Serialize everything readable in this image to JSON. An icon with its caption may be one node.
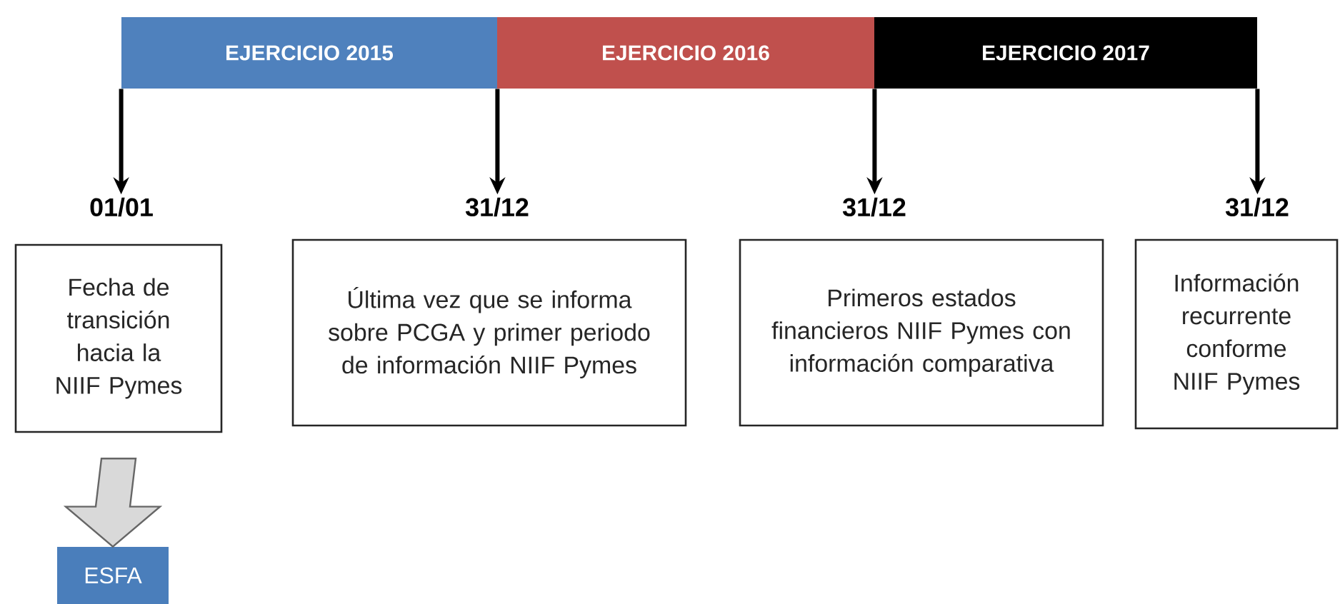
{
  "diagram": {
    "nodes": [
      {
        "text": [
          "EJERCICIO 2015"
        ]
      },
      {
        "text": [
          "EJERCICIO 2016"
        ]
      },
      {
        "text": [
          "EJERCICIO 2017"
        ]
      },
      {
        "text": [
          "01/01"
        ]
      },
      {
        "text": [
          "31/12"
        ]
      },
      {
        "text": [
          "31/12"
        ]
      },
      {
        "text": [
          "31/12"
        ]
      },
      {
        "text": [
          "Fecha de transición hacia la NIIF Pymes"
        ]
      },
      {
        "text": [
          "Última vez que se informa sobre PCGA y primer periodo de información NIIF Pymes"
        ]
      },
      {
        "text": [
          "Primeros estados financieros NIIF Pymes con información comparativa"
        ]
      },
      {
        "text": [
          "Información recurrente conforme NIIF Pymes"
        ]
      },
      {
        "text": [
          "ESFA"
        ]
      }
    ],
    "edges": [
      {
        "from": 0,
        "to": 3,
        "arrow": "to"
      },
      {
        "from": 0,
        "to": 4,
        "arrow": "to"
      },
      {
        "from": 1,
        "to": 5,
        "arrow": "to"
      },
      {
        "from": 2,
        "to": 6,
        "arrow": "to"
      },
      {
        "from": 7,
        "to": 11,
        "arrow": "to",
        "color": "#d9d9d9"
      }
    ]
  }
}
